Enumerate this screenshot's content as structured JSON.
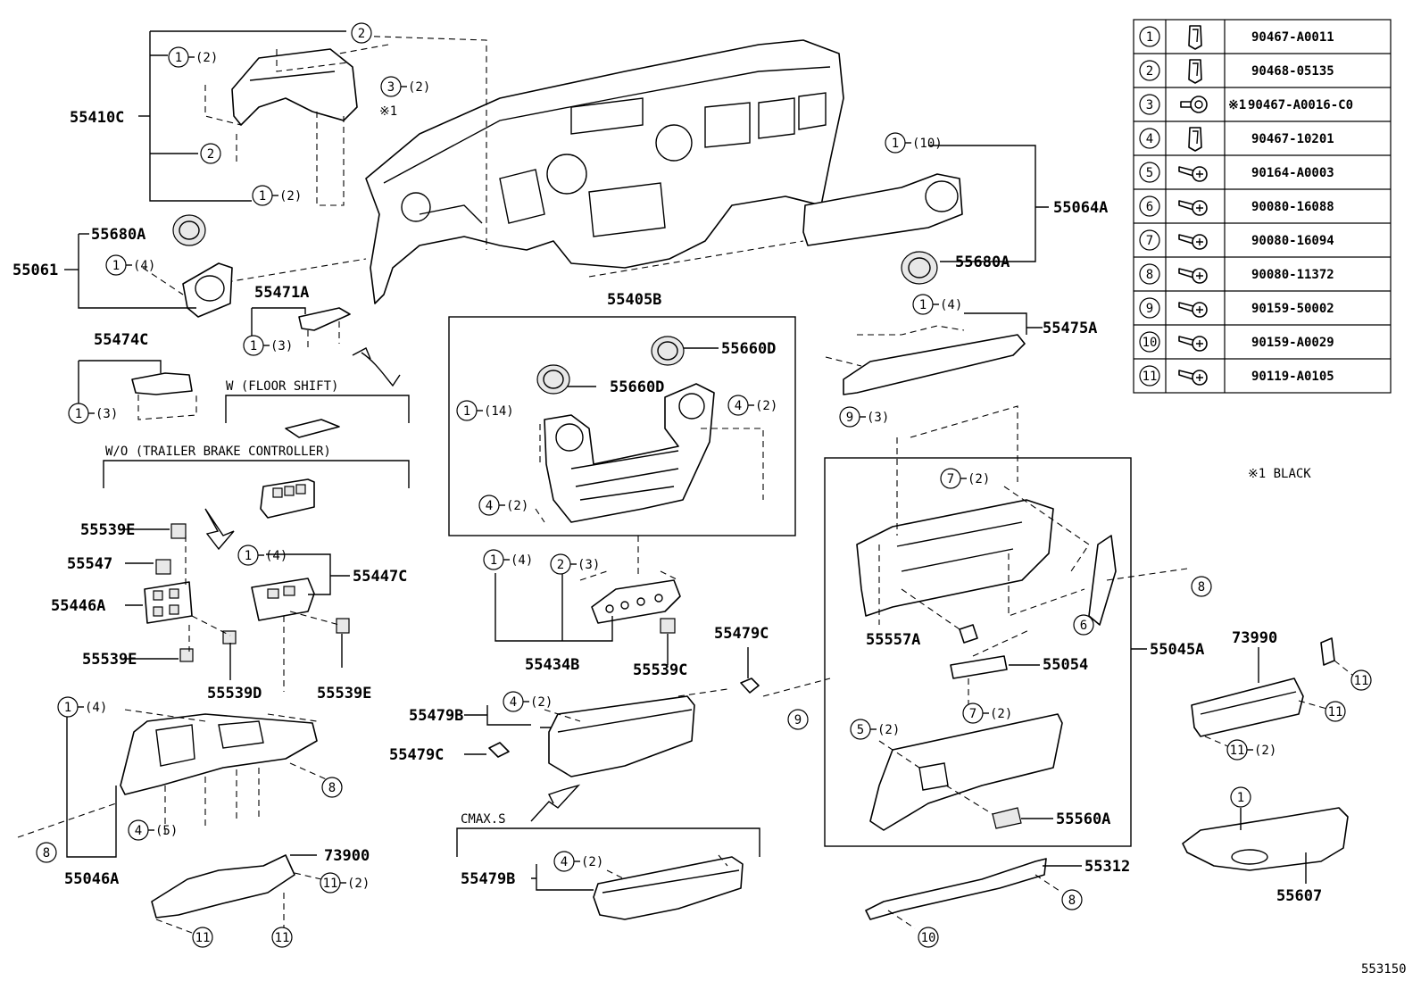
{
  "figure_id": "553150",
  "note": "※1 BLACK",
  "captions": {
    "floor_shift": "W (FLOOR SHIFT)",
    "trailer": "W/O (TRAILER BRAKE CONTROLLER)",
    "cmax": "CMAX.S"
  },
  "parts": {
    "p55410C": "55410C",
    "p55680A_left": "55680A",
    "p55061": "55061",
    "p55471A": "55471A",
    "p55474C": "55474C",
    "p55405B": "55405B",
    "p55660D_a": "55660D",
    "p55660D_b": "55660D",
    "p55064A": "55064A",
    "p55680A_right": "55680A",
    "p55475A": "55475A",
    "p55539E_a": "55539E",
    "p55547": "55547",
    "p55446A": "55446A",
    "p55447C": "55447C",
    "p55539E_b": "55539E",
    "p55539D": "55539D",
    "p55539E_c": "55539E",
    "p55434B": "55434B",
    "p55539C": "55539C",
    "p55479C_a": "55479C",
    "p55479B_a": "55479B",
    "p55479C_b": "55479C",
    "p55479B_b": "55479B",
    "p55046A": "55046A",
    "p73900": "73900",
    "p55557A": "55557A",
    "p55054": "55054",
    "p55045A": "55045A",
    "p55560A": "55560A",
    "p55312": "55312",
    "p73990": "73990",
    "p55607": "55607"
  },
  "qty": {
    "q2": "(2)",
    "q3": "(3)",
    "q4": "(4)",
    "q5": "(5)",
    "q10": "(10)",
    "q14": "(14)"
  },
  "fastener_table": [
    {
      "ref": "1",
      "part": "90467-A0011",
      "icon": "clip-icon",
      "mark": ""
    },
    {
      "ref": "2",
      "part": "90468-05135",
      "icon": "clip-icon",
      "mark": ""
    },
    {
      "ref": "3",
      "part": "90467-A0016-C0",
      "icon": "push-rivet-icon",
      "mark": "※1"
    },
    {
      "ref": "4",
      "part": "90467-10201",
      "icon": "clip-icon",
      "mark": ""
    },
    {
      "ref": "5",
      "part": "90164-A0003",
      "icon": "screw-icon",
      "mark": ""
    },
    {
      "ref": "6",
      "part": "90080-16088",
      "icon": "screw-icon",
      "mark": ""
    },
    {
      "ref": "7",
      "part": "90080-16094",
      "icon": "screw-icon",
      "mark": ""
    },
    {
      "ref": "8",
      "part": "90080-11372",
      "icon": "screw-icon",
      "mark": ""
    },
    {
      "ref": "9",
      "part": "90159-50002",
      "icon": "screw-icon",
      "mark": ""
    },
    {
      "ref": "10",
      "part": "90159-A0029",
      "icon": "screw-icon",
      "mark": ""
    },
    {
      "ref": "11",
      "part": "90119-A0105",
      "icon": "screw-icon",
      "mark": ""
    }
  ],
  "refs": {
    "r1": "1",
    "r2": "2",
    "r3": "3",
    "r4": "4",
    "r5": "5",
    "r6": "6",
    "r7": "7",
    "r8": "8",
    "r9": "9",
    "r10": "10",
    "r11": "11"
  }
}
